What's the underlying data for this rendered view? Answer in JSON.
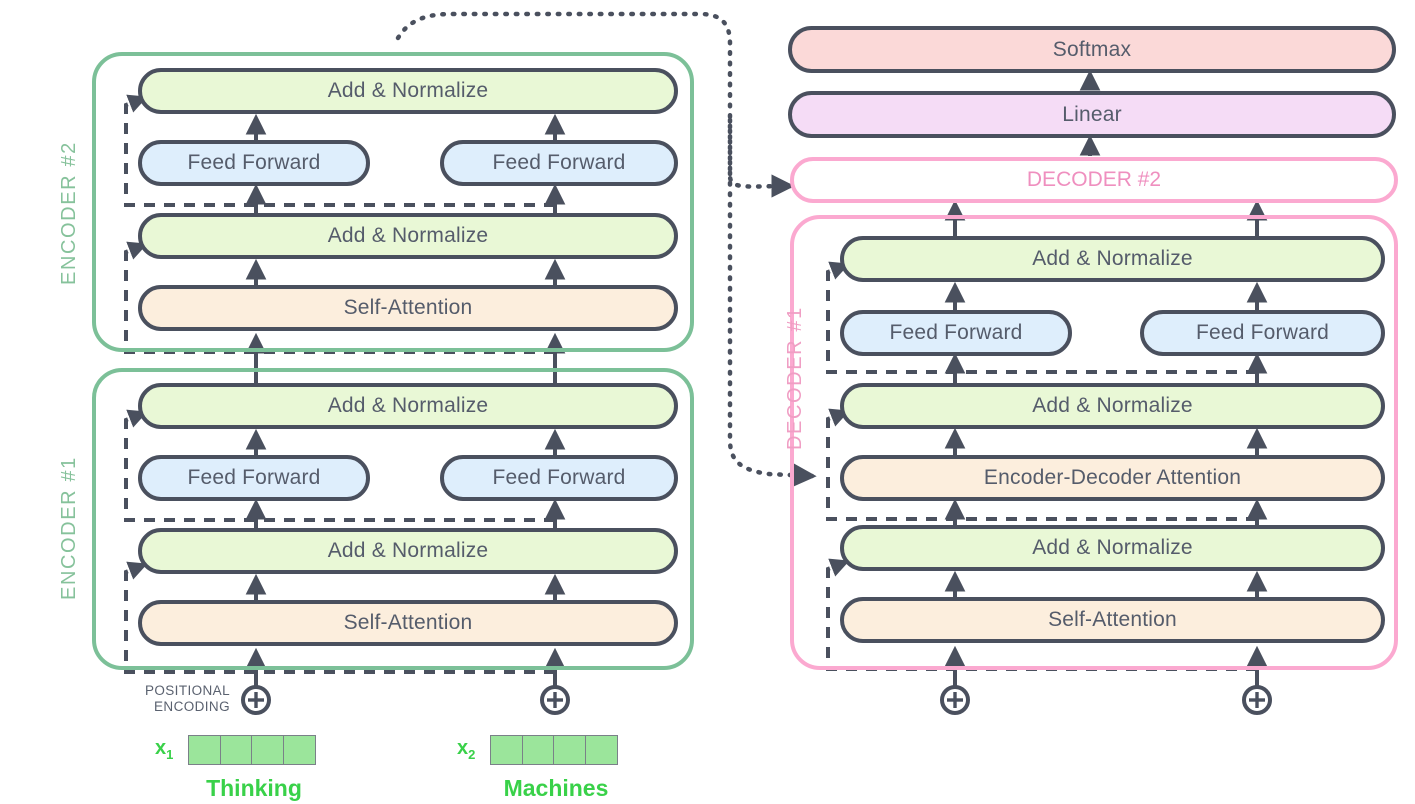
{
  "diagram": {
    "title": "Transformer encoder-decoder architecture",
    "colors": {
      "add_normalize_fill": "#e9f8d6",
      "feed_forward_fill": "#deeefc",
      "attention_fill": "#fceedd",
      "softmax_fill": "#fbd9d8",
      "linear_fill": "#f5dcf6",
      "encoder_border": "#7cc098",
      "decoder_border": "#fba9d0",
      "node_stroke": "#4a505e",
      "arrow": "#4a505e",
      "embedding_cell": "#9be59b",
      "word_text": "#39d149"
    }
  },
  "encoder_stack": {
    "blocks": [
      {
        "label": "ENCODER #2",
        "rows": [
          {
            "kind": "add-normalize",
            "label": "Add & Normalize",
            "span": "full"
          },
          {
            "kind": "feed-forward",
            "label": "Feed Forward",
            "span": "split",
            "label2": "Feed Forward"
          },
          {
            "kind": "add-normalize",
            "label": "Add & Normalize",
            "span": "full"
          },
          {
            "kind": "self-attention",
            "label": "Self-Attention",
            "span": "full"
          }
        ]
      },
      {
        "label": "ENCODER #1",
        "rows": [
          {
            "kind": "add-normalize",
            "label": "Add & Normalize",
            "span": "full"
          },
          {
            "kind": "feed-forward",
            "label": "Feed Forward",
            "span": "split",
            "label2": "Feed Forward"
          },
          {
            "kind": "add-normalize",
            "label": "Add & Normalize",
            "span": "full"
          },
          {
            "kind": "self-attention",
            "label": "Self-Attention",
            "span": "full"
          }
        ]
      }
    ]
  },
  "decoder_stack": {
    "output_head": [
      {
        "kind": "softmax",
        "label": "Softmax"
      },
      {
        "kind": "linear",
        "label": "Linear"
      }
    ],
    "collapsed_block": {
      "label": "DECODER #2"
    },
    "blocks": [
      {
        "label": "DECODER #1",
        "rows": [
          {
            "kind": "add-normalize",
            "label": "Add & Normalize",
            "span": "full"
          },
          {
            "kind": "feed-forward",
            "label": "Feed Forward",
            "span": "split",
            "label2": "Feed Forward"
          },
          {
            "kind": "add-normalize",
            "label": "Add & Normalize",
            "span": "full"
          },
          {
            "kind": "encoder-decoder-attention",
            "label": "Encoder-Decoder Attention",
            "span": "full"
          },
          {
            "kind": "add-normalize",
            "label": "Add & Normalize",
            "span": "full"
          },
          {
            "kind": "self-attention",
            "label": "Self-Attention",
            "span": "full"
          }
        ]
      }
    ]
  },
  "inputs": {
    "positional_encoding_label_line1": "POSITIONAL",
    "positional_encoding_label_line2": "ENCODING",
    "plus_symbol": "+",
    "tokens": [
      {
        "vector_label": "x",
        "vector_index": "1",
        "word": "Thinking",
        "cells": 4
      },
      {
        "vector_label": "x",
        "vector_index": "2",
        "word": "Machines",
        "cells": 4
      }
    ]
  },
  "decoder_inputs": {
    "plus_symbol": "+",
    "count": 2
  }
}
